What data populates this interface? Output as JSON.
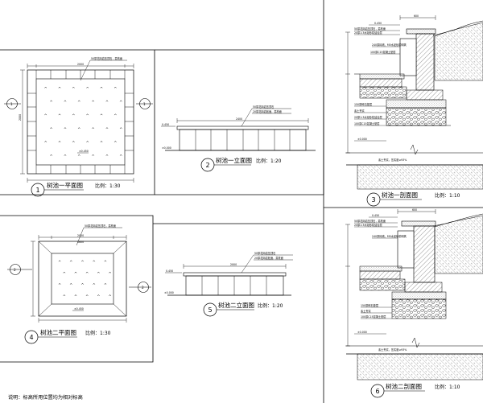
{
  "sheet": {
    "note": "说明：标高所用位置均为相对标高"
  },
  "panels": [
    {
      "id": "1",
      "title": "树池一平面图",
      "scale": "比例：1:30"
    },
    {
      "id": "2",
      "title": "树池一立面图",
      "scale": "比例：1:20"
    },
    {
      "id": "3",
      "title": "树池一剖面图",
      "scale": "比例：1:10"
    },
    {
      "id": "4",
      "title": "树池二平面图",
      "scale": "比例：1:30"
    },
    {
      "id": "5",
      "title": "树池二立面图",
      "scale": "比例：1:20"
    },
    {
      "id": "6",
      "title": "树池二剖面图",
      "scale": "比例：1:10"
    }
  ],
  "labels": {
    "plan1_callout": "50厚花岗岩压顶石，荔枝面",
    "plan1_level": "±0.450",
    "plan1_dim_top": "2000",
    "plan1_dim_side": "2000",
    "elev1_callout1": "50厚花岗岩压顶石",
    "elev1_callout2": "20厚花岗岩贴面，荔枝面",
    "elev1_level_top": "0.450",
    "elev1_level_bottom": "±0.000",
    "elev1_dim": "2400",
    "plan2_callout": "50厚花岗岩压顶石，荔枝面",
    "plan2_level": "±0.450",
    "plan2_dim_top": "2000",
    "plan2_dim_sub": "1600",
    "elev2_callout1": "50厚花岗岩压顶石",
    "elev2_callout2": "20厚花岗岩贴面，荔枝面",
    "elev2_level_top": "0.450",
    "elev2_level_bottom": "±0.000",
    "elev2_dim": "2000",
    "sec_dim_top": "600",
    "sec_callout_a": "50厚花岗岩压顶石，荔枝面",
    "sec_callout_b": "20厚1:3水泥砂浆结合层",
    "sec_callout_c": "240厚砖墙，M5水泥砂浆砌筑",
    "sec_callout_d": "100厚C15混凝土垫层",
    "sec_callout_e": "150厚碎石垫层",
    "sec_callout_f": "素土夯实",
    "sec_level": "0.450",
    "sec_level_base": "±0.000",
    "sec_ground": "素土夯实，压实度≥93%"
  }
}
